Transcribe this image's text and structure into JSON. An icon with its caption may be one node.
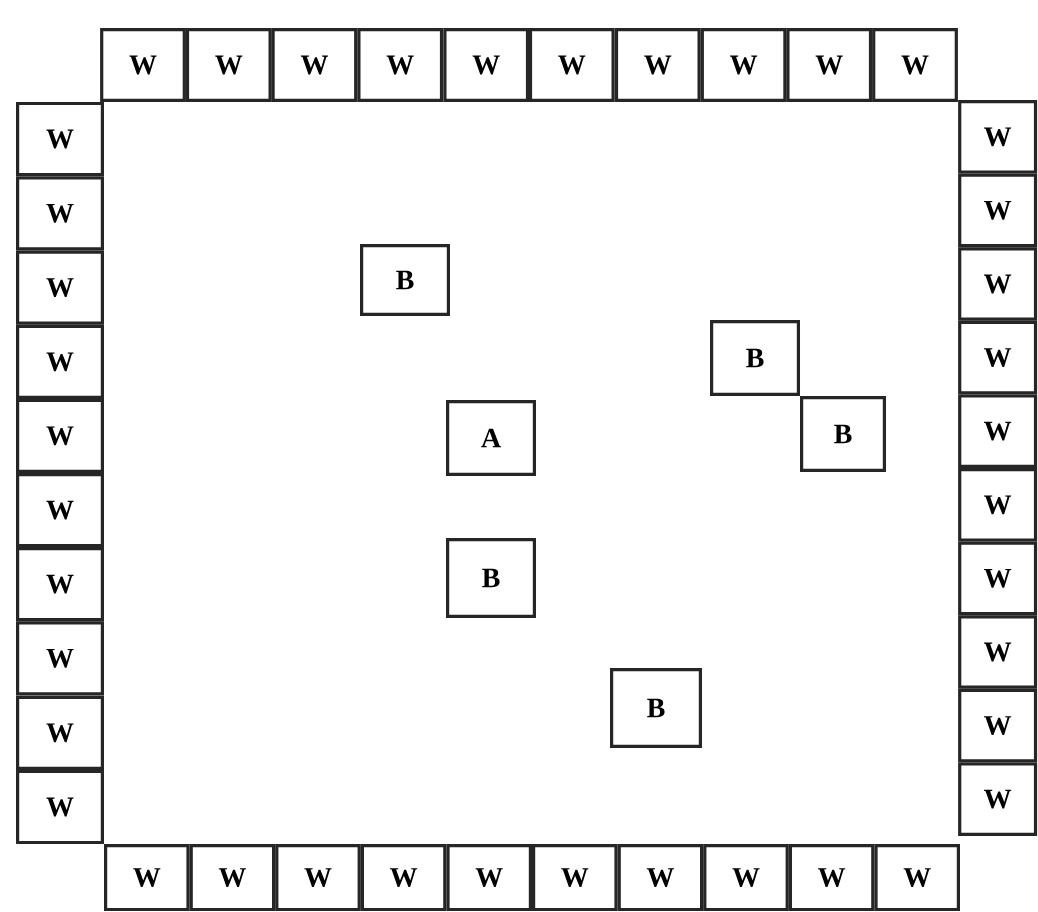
{
  "diagram": {
    "nodes": [
      {
        "text": [
          "W"
        ]
      },
      {
        "text": [
          "W"
        ]
      },
      {
        "text": [
          "W"
        ]
      },
      {
        "text": [
          "W"
        ]
      },
      {
        "text": [
          "W"
        ]
      },
      {
        "text": [
          "W"
        ]
      },
      {
        "text": [
          "W"
        ]
      },
      {
        "text": [
          "W"
        ]
      },
      {
        "text": [
          "W"
        ]
      },
      {
        "text": [
          "W"
        ]
      },
      {
        "text": [
          "W"
        ]
      },
      {
        "text": [
          "W"
        ]
      },
      {
        "text": [
          "W"
        ]
      },
      {
        "text": [
          "W"
        ]
      },
      {
        "text": [
          "W"
        ]
      },
      {
        "text": [
          "W"
        ]
      },
      {
        "text": [
          "W"
        ]
      },
      {
        "text": [
          "W"
        ]
      },
      {
        "text": [
          "W"
        ]
      },
      {
        "text": [
          "W"
        ]
      },
      {
        "text": [
          "W"
        ]
      },
      {
        "text": [
          "W"
        ]
      },
      {
        "text": [
          "W"
        ]
      },
      {
        "text": [
          "W"
        ]
      },
      {
        "text": [
          "W"
        ]
      },
      {
        "text": [
          "W"
        ]
      },
      {
        "text": [
          "W"
        ]
      },
      {
        "text": [
          "W"
        ]
      },
      {
        "text": [
          "W"
        ]
      },
      {
        "text": [
          "W"
        ]
      },
      {
        "text": [
          "W"
        ]
      },
      {
        "text": [
          "W"
        ]
      },
      {
        "text": [
          "W"
        ]
      },
      {
        "text": [
          "W"
        ]
      },
      {
        "text": [
          "W"
        ]
      },
      {
        "text": [
          "W"
        ]
      },
      {
        "text": [
          "W"
        ]
      },
      {
        "text": [
          "W"
        ]
      },
      {
        "text": [
          "W"
        ]
      },
      {
        "text": [
          "W"
        ]
      },
      {
        "text": [
          "B"
        ]
      },
      {
        "text": [
          "B"
        ]
      },
      {
        "text": [
          "B"
        ]
      },
      {
        "text": [
          "A"
        ]
      },
      {
        "text": [
          "B"
        ]
      },
      {
        "text": [
          "B"
        ]
      }
    ]
  }
}
